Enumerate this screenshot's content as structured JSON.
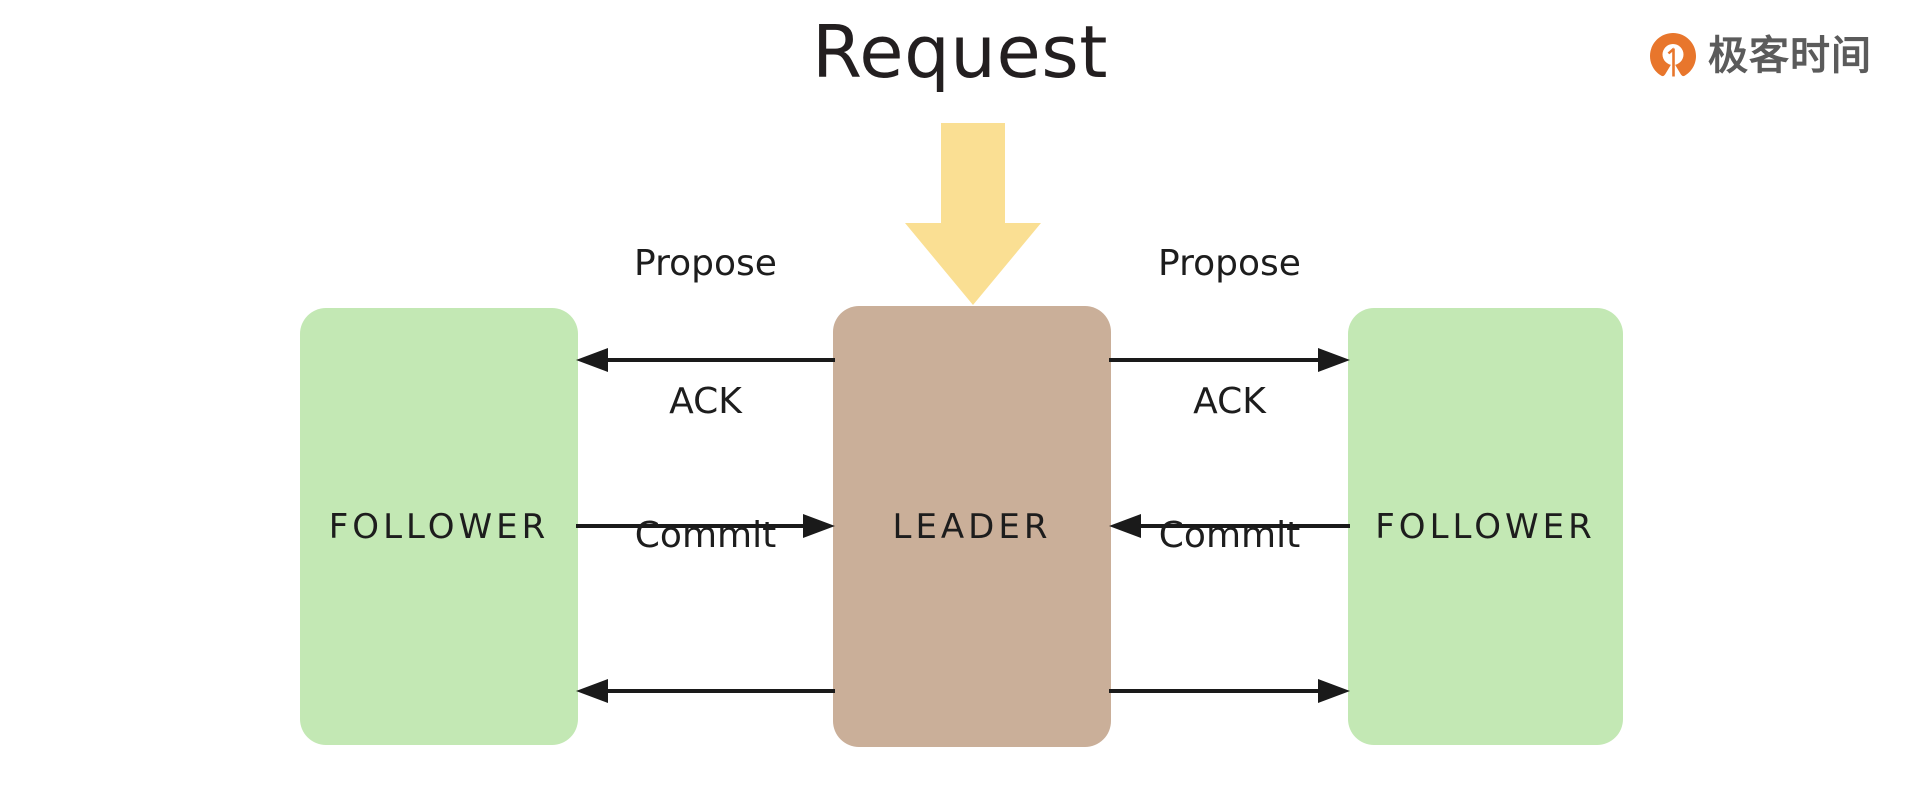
{
  "page": {
    "title": "Request",
    "background": "#ffffff"
  },
  "brand": {
    "name": "极客时间",
    "mark_icon": "geektime-pin-icon",
    "mark_color": "#E8762C",
    "text_color": "#5B5B5B"
  },
  "colors": {
    "follower_fill": "#C3E8B4",
    "leader_fill": "#CAAF99",
    "request_arrow_fill": "#FADF93",
    "arrow_stroke": "#1a1a1a",
    "text": "#1d1d1d"
  },
  "request_arrow": {
    "label": "Request",
    "direction": "down",
    "icon": "down-arrow-icon",
    "color": "#FADF93"
  },
  "nodes": [
    {
      "id": "follower-left",
      "label": "FOLLOWER",
      "role": "follower",
      "fill": "#C3E8B4"
    },
    {
      "id": "leader",
      "label": "LEADER",
      "role": "leader",
      "fill": "#CAAF99"
    },
    {
      "id": "follower-right",
      "label": "FOLLOWER",
      "role": "follower",
      "fill": "#C3E8B4"
    }
  ],
  "messages": {
    "left_channel": [
      {
        "label": "Propose",
        "direction": "left",
        "from": "leader",
        "to": "follower-left"
      },
      {
        "label": "ACK",
        "direction": "right",
        "from": "follower-left",
        "to": "leader"
      },
      {
        "label": "Commit",
        "direction": "left",
        "from": "leader",
        "to": "follower-left"
      }
    ],
    "right_channel": [
      {
        "label": "Propose",
        "direction": "right",
        "from": "leader",
        "to": "follower-right"
      },
      {
        "label": "ACK",
        "direction": "left",
        "from": "follower-right",
        "to": "leader"
      },
      {
        "label": "Commit",
        "direction": "right",
        "from": "leader",
        "to": "follower-right"
      }
    ]
  }
}
